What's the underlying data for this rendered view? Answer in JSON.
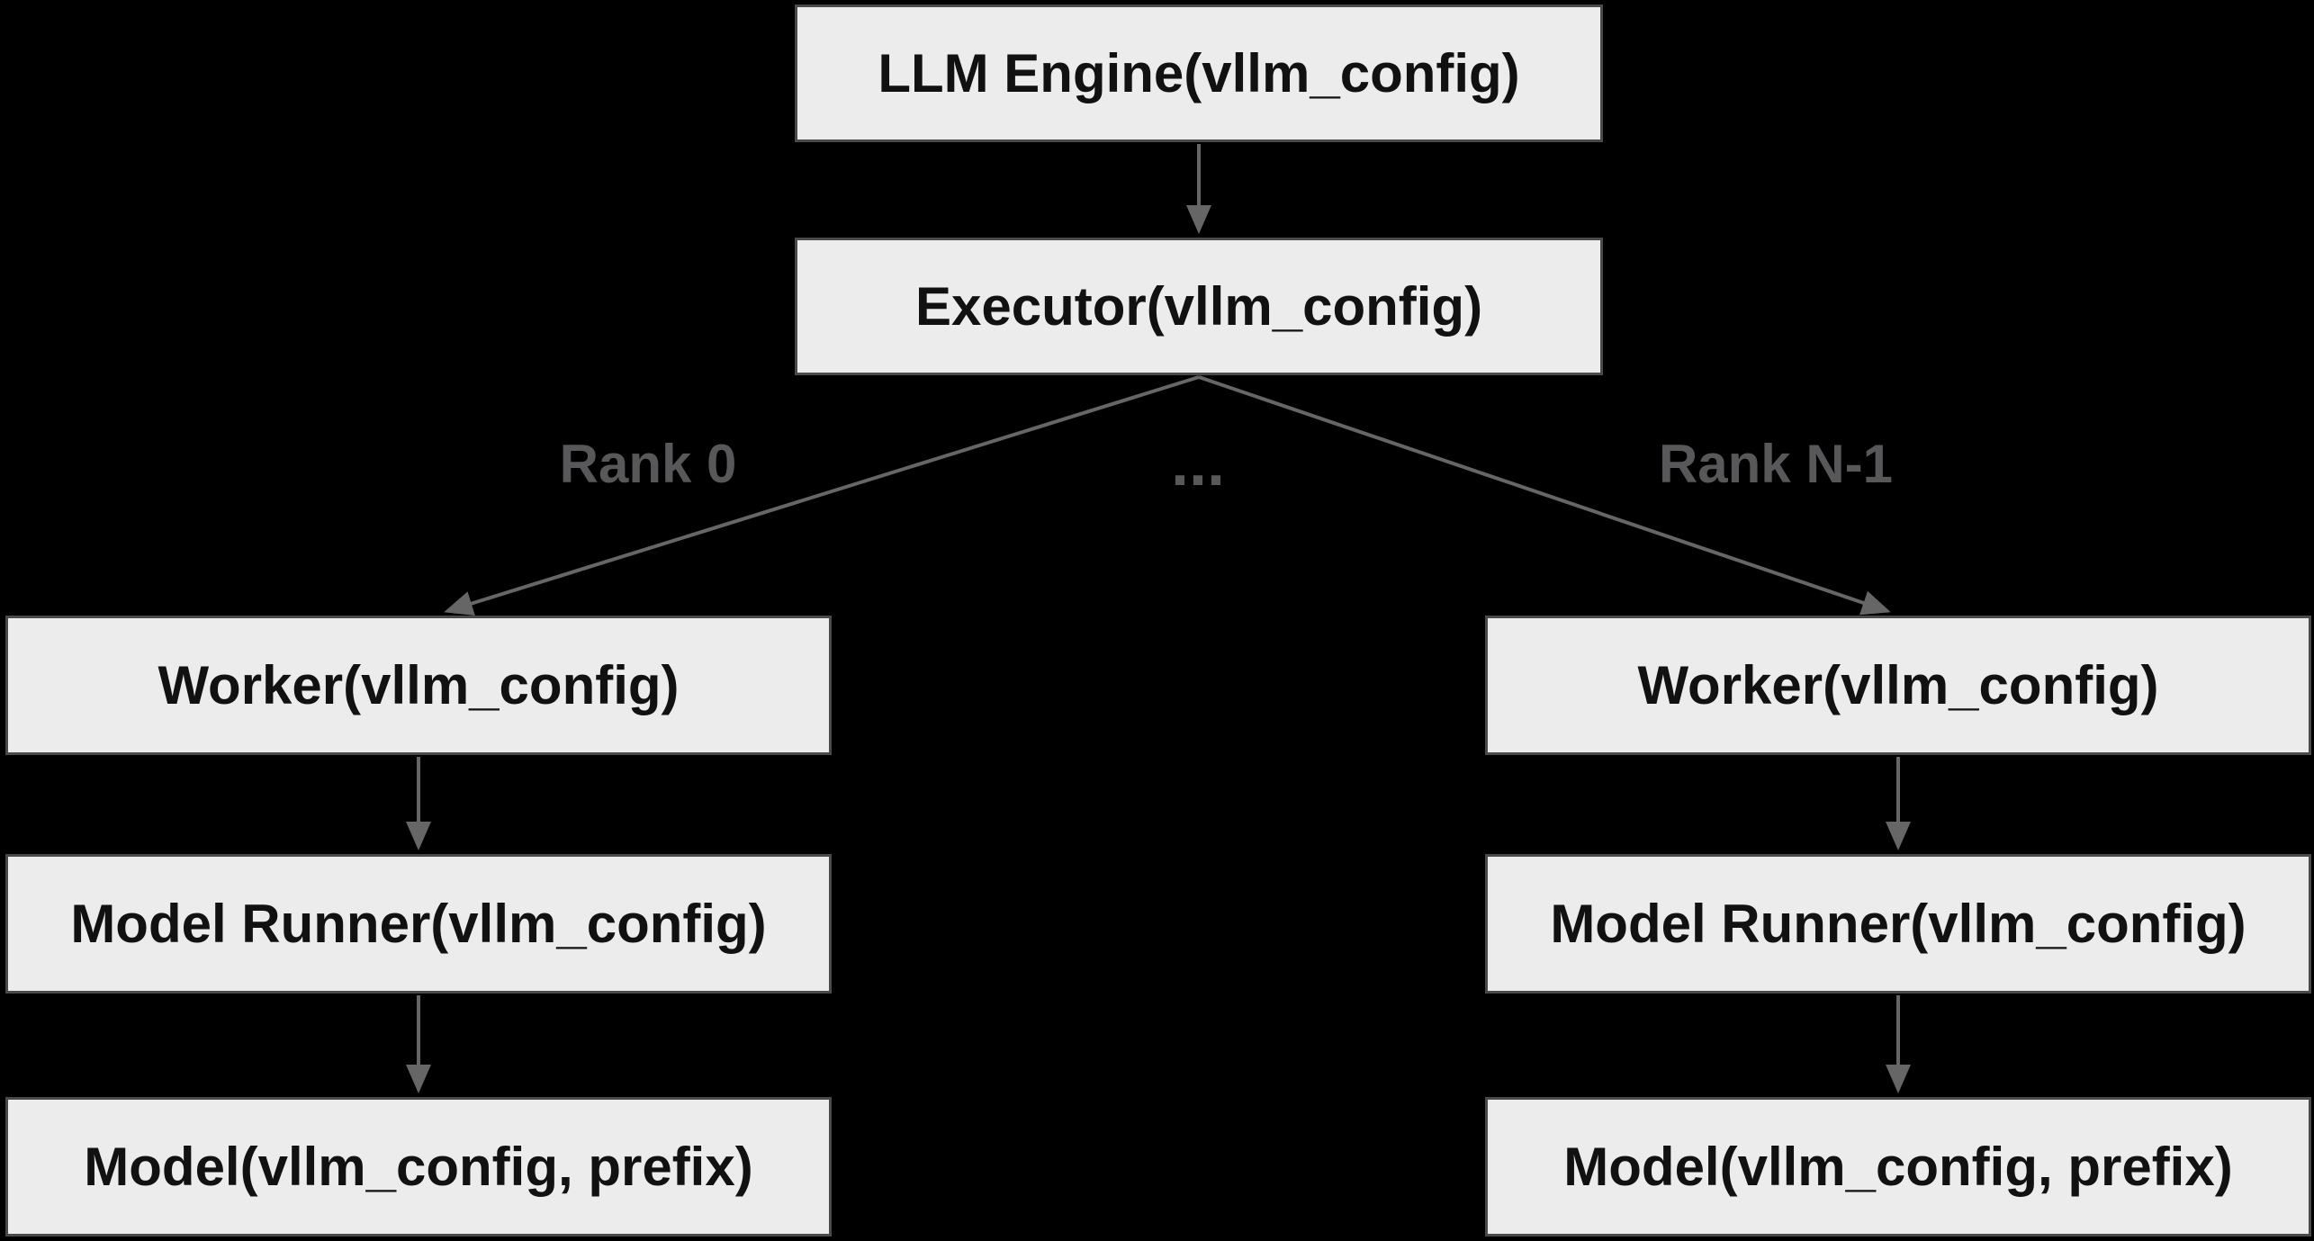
{
  "nodes": {
    "llm_engine": "LLM Engine(vllm_config)",
    "executor": "Executor(vllm_config)",
    "worker_left": "Worker(vllm_config)",
    "worker_right": "Worker(vllm_config)",
    "model_runner_left": "Model Runner(vllm_config)",
    "model_runner_right": "Model Runner(vllm_config)",
    "model_left": "Model(vllm_config, prefix)",
    "model_right": "Model(vllm_config, prefix)"
  },
  "edge_labels": {
    "rank_0": "Rank 0",
    "rank_n_1": "Rank N-1",
    "ellipsis": "..."
  },
  "colors": {
    "background": "#000000",
    "node_fill": "#ececec",
    "node_border": "#4a4a4a",
    "node_text": "#111111",
    "edge": "#666666",
    "edge_label": "#58585a"
  }
}
